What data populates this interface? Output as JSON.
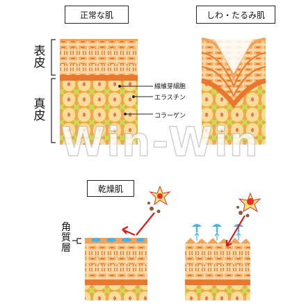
{
  "titles": {
    "normal": "正常な肌",
    "wrinkle": "しわ・たるみ肌",
    "dry": "乾燥肌"
  },
  "layers": {
    "epidermis": "表皮",
    "dermis": "真皮",
    "stratum_corneum": "角質層"
  },
  "annotations": {
    "fibroblast": "線維芽細胞",
    "elastin": "エラスチン",
    "collagen": "コラーゲン"
  },
  "watermark": "Win-Win",
  "colors": {
    "orange": "#f0a35a",
    "dark_orange": "#e8782f",
    "skin": "#fbd9a8",
    "yellow": "#f7e27a",
    "green": "#c8df4d",
    "blue_drop": "#4ab3e6",
    "red_arrow": "#e01818",
    "sun": "#e8302a"
  }
}
